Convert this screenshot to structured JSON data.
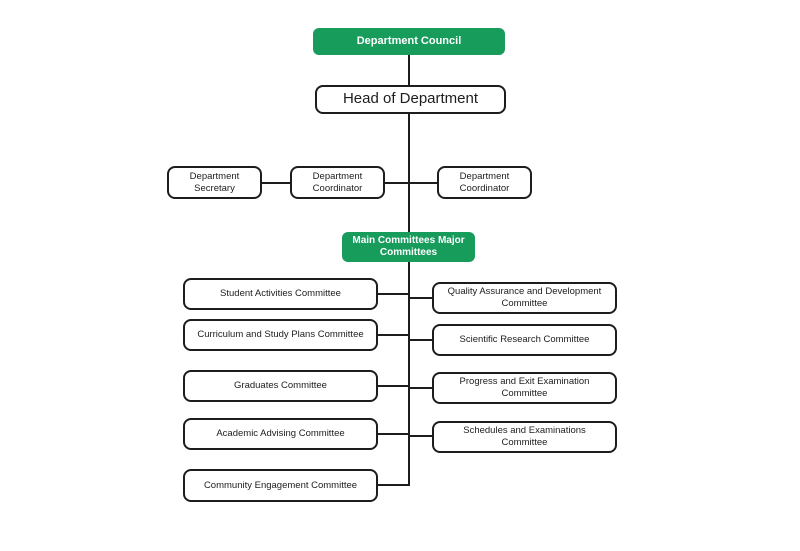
{
  "colors": {
    "node_green": "#189C5C",
    "border": "#1D1D1D",
    "connector": "#1D1D1D",
    "text": "#1D1D1D",
    "text_on_green": "#FFFFFF",
    "background": "#FFFFFF"
  },
  "nodes": {
    "council": {
      "label": "Department Council"
    },
    "head": {
      "label": "Head of Department"
    },
    "secretary": {
      "label": "Department Secretary"
    },
    "coordinator1": {
      "label": "Department Coordinator"
    },
    "coordinator2": {
      "label": "Department Coordinator"
    },
    "main_committees": {
      "label": "Main Committees Major Committees"
    },
    "left": [
      {
        "label": "Student Activities Committee"
      },
      {
        "label": "Curriculum and Study Plans Committee"
      },
      {
        "label": "Graduates Committee"
      },
      {
        "label": "Academic Advising Committee"
      },
      {
        "label": "Community Engagement Committee"
      }
    ],
    "right": [
      {
        "label": "Quality Assurance and Development Committee"
      },
      {
        "label": "Scientific Research Committee"
      },
      {
        "label": "Progress and Exit Examination Committee"
      },
      {
        "label": "Schedules and Examinations Committee"
      }
    ]
  }
}
